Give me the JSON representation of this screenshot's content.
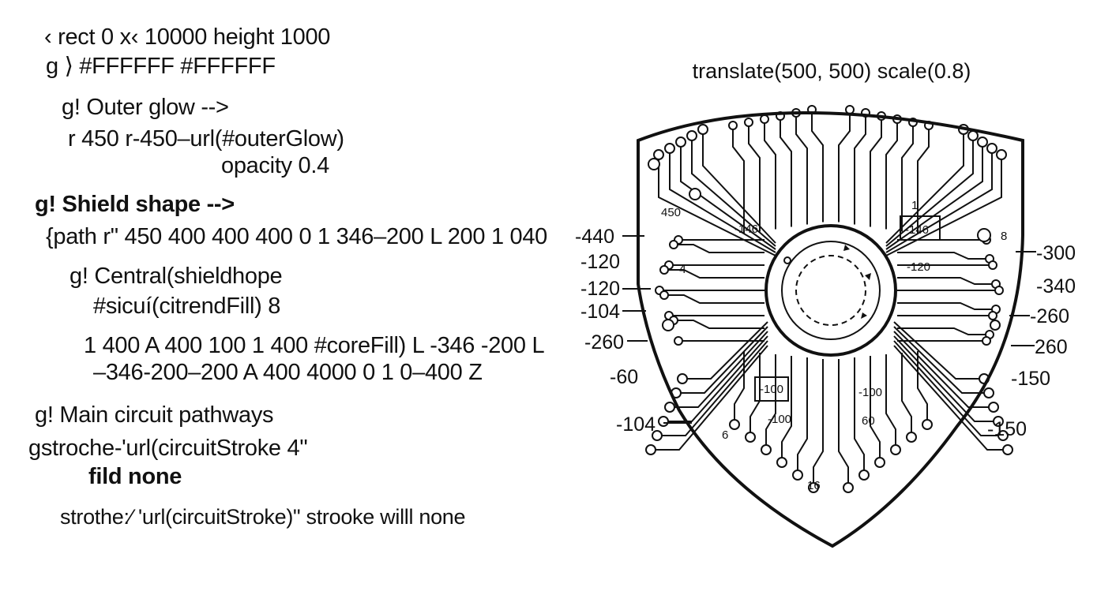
{
  "code_lines": [
    "‹ rect 0 x‹ 10000 height 1000",
    "g ⟩ #FFFFFF  #FFFFFF",
    "g! Outer glow -->",
    "r 450 r-450–url(#outerGlow)",
    "opacity 0.4",
    "g! Shield shape -->",
    "{path r\" 450 400 400 400 0 1 346–200 L 200 1 040",
    "g! Central(shieldhope",
    "#sicuí(citrendFill) 8",
    "1 400 A 400 100 1 400 #coreFill) L -346 -200 L",
    "–346-200–200 A 400 4000 0 1 0–400 Z",
    "g! Main circuit pathways",
    "gstroche-'url(circuitStroke 4\"",
    "fild none",
    "strothe:⁄ 'url(circuitStroke)\" strooke willl none"
  ],
  "diagram": {
    "title": "translate(500, 500) scale(0.8)",
    "left_labels": [
      "-440",
      "-120",
      "-120",
      "-104",
      "-260",
      "-60",
      "-104"
    ],
    "right_labels": [
      "-300",
      "-340",
      "-260",
      "260",
      "-150",
      "-150"
    ],
    "inner_labels": [
      "450",
      "-146",
      "1",
      "-146",
      "8",
      "4",
      "-120",
      "-100",
      "-100",
      "-100",
      "60",
      "6",
      "16"
    ],
    "colors": {
      "stroke": "#111111",
      "background": "#ffffff"
    }
  }
}
